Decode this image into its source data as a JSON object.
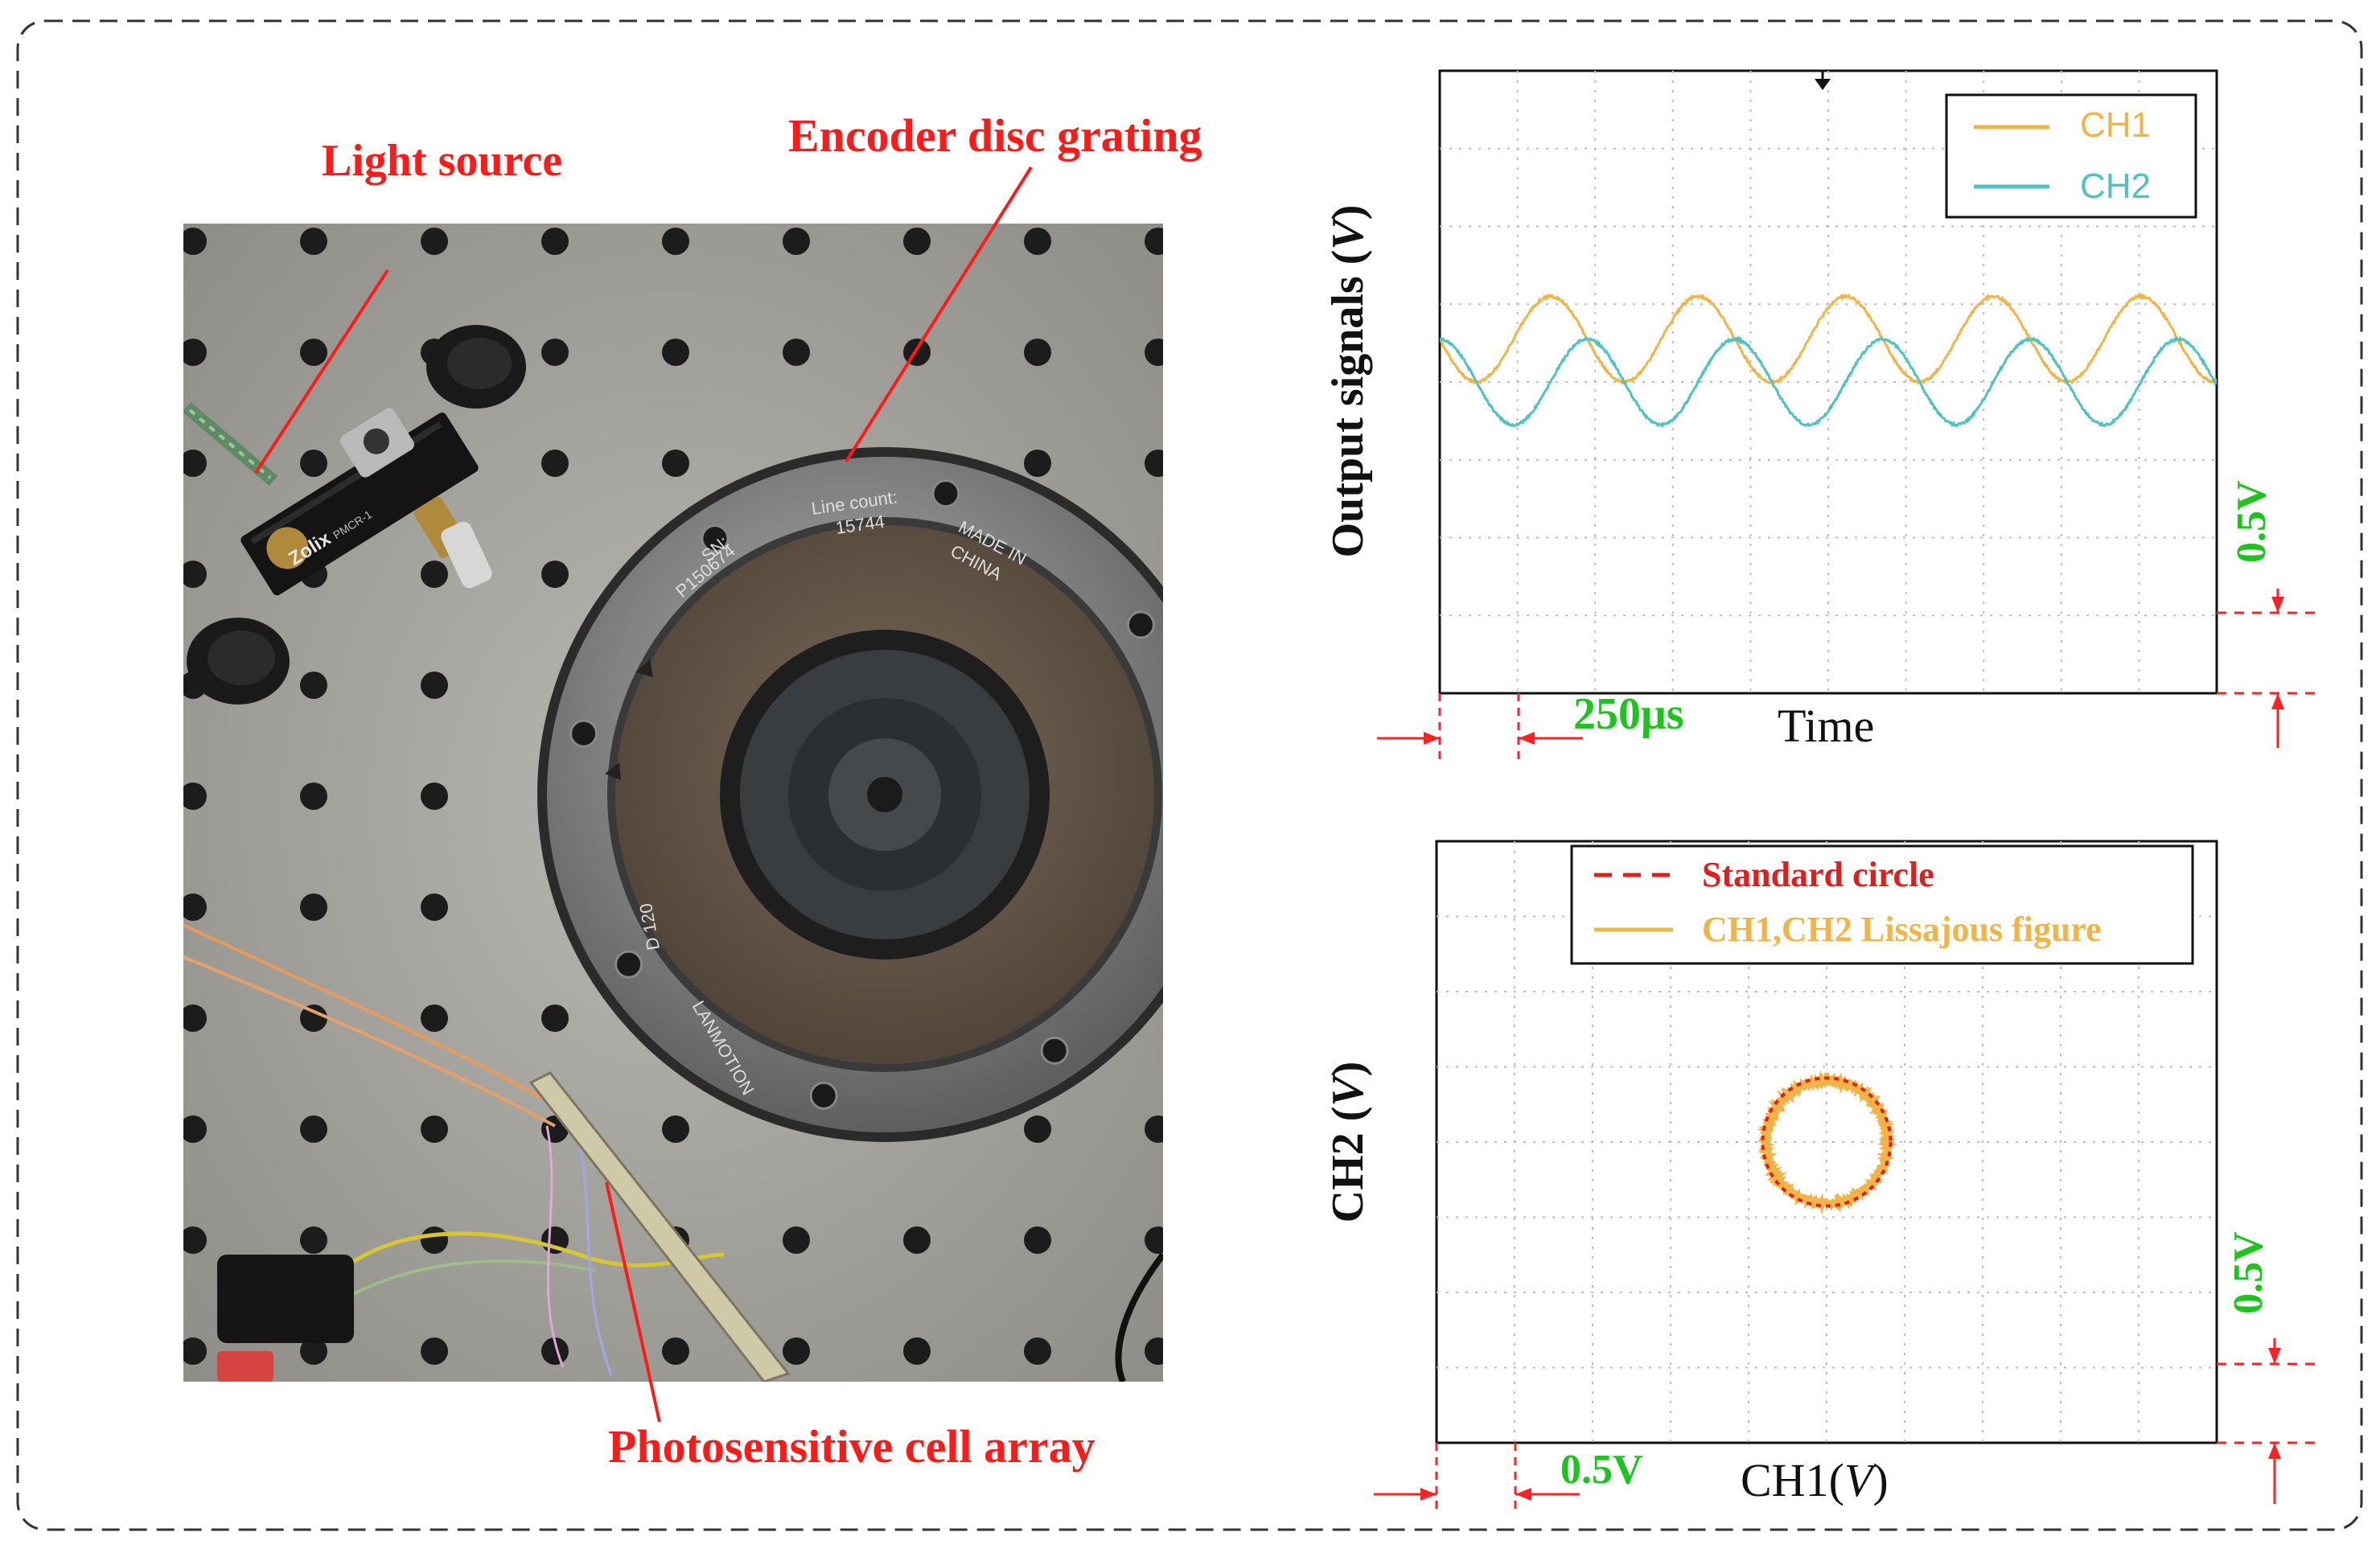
{
  "photo": {
    "labels": {
      "light_source": "Light source",
      "encoder_disc": "Encoder disc grating",
      "photocell_array": "Photosensitive cell array"
    },
    "disc_text": {
      "line_count": "Line count:",
      "line_count_value": "15744",
      "sn": "SN:",
      "sn_value": "P150674",
      "made_in": "MADE IN",
      "made_in_country": "CHINA",
      "d_code": "D 120",
      "brand": "LANMOTION"
    },
    "mount_brand": "Zolix",
    "mount_model": "PMCR-1"
  },
  "chart_data": [
    {
      "type": "line",
      "title": "",
      "xlabel": "Time",
      "ylabel": "Output signals (V)",
      "ylabel_text": "Output signals (",
      "ylabel_unit": "V",
      "ylabel_close": ")",
      "grid": true,
      "legend_position": "top-right",
      "legend": [
        "CH1",
        "CH2"
      ],
      "x_scale_label": "250μs",
      "y_scale_label": "0.5V",
      "x_per_div_us": 250,
      "y_per_div_v": 0.5,
      "xlim_div": [
        0,
        10
      ],
      "ylim_div": [
        -4,
        4
      ],
      "series": [
        {
          "name": "CH1",
          "color": "#f2b347",
          "amplitude_div": 0.55,
          "offset_div": 0.55,
          "period_div": 1.9,
          "phase_deg": 180
        },
        {
          "name": "CH2",
          "color": "#4fc3c3",
          "amplitude_div": 0.55,
          "offset_div": 0.0,
          "period_div": 1.9,
          "phase_deg": 90
        }
      ]
    },
    {
      "type": "scatter",
      "title": "",
      "xlabel": "CH1(V)",
      "xlabel_text": "CH1(",
      "xlabel_unit": "V",
      "xlabel_close": ")",
      "ylabel": "CH2 (V)",
      "ylabel_text": "CH2 (",
      "ylabel_unit": "V",
      "ylabel_close": ")",
      "grid": true,
      "legend_position": "top-right",
      "legend": [
        "Standard circle",
        "CH1,CH2 Lissajous figure"
      ],
      "x_scale_label": "0.5V",
      "y_scale_label": "0.5V",
      "x_per_div_v": 0.5,
      "y_per_div_v": 0.5,
      "xlim_div": [
        -5,
        5
      ],
      "ylim_div": [
        -4,
        4
      ],
      "series": [
        {
          "name": "Standard circle",
          "color": "#e11d1d",
          "center": [
            0,
            0
          ],
          "radius_div": 0.82,
          "style": "dashed"
        },
        {
          "name": "CH1,CH2 Lissajous figure",
          "color": "#f2b347",
          "center": [
            0,
            0
          ],
          "radius_div": 0.78,
          "style": "solid"
        }
      ]
    }
  ],
  "colors": {
    "annotation_red": "#ff1a1a",
    "scale_green": "#1ec41e",
    "scale_marker_red": "#ff2222",
    "frame_border": "#333333"
  }
}
